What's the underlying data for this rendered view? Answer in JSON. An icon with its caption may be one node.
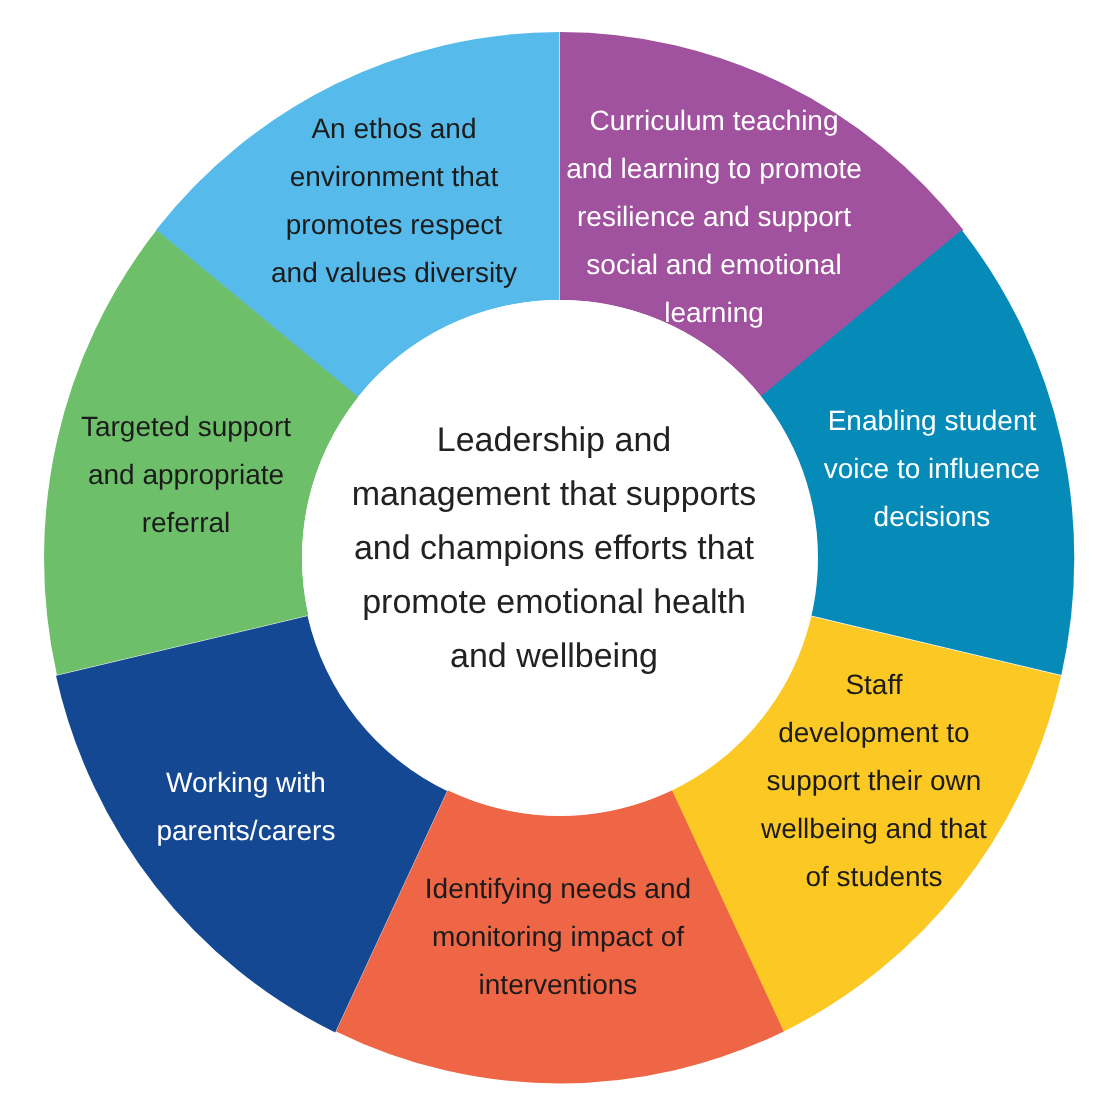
{
  "diagram": {
    "nodes": [
      {
        "text": [
          "Leadership and management that supports and champions efforts that promote emotional health and wellbeing"
        ]
      },
      {
        "text": [
          "An ethos and environment that promotes respect and values diversity"
        ]
      },
      {
        "text": [
          "Curriculum teaching and learning to promote resilience and support social and emotional learning"
        ]
      },
      {
        "text": [
          "Enabling student voice to influence decisions"
        ]
      },
      {
        "text": [
          "Staff development to support their own wellbeing and that of students"
        ]
      },
      {
        "text": [
          "Identifying needs and monitoring impact of interventions"
        ]
      },
      {
        "text": [
          "Working with parents/carers"
        ]
      },
      {
        "text": [
          "Targeted support and appropriate referral"
        ]
      }
    ]
  }
}
